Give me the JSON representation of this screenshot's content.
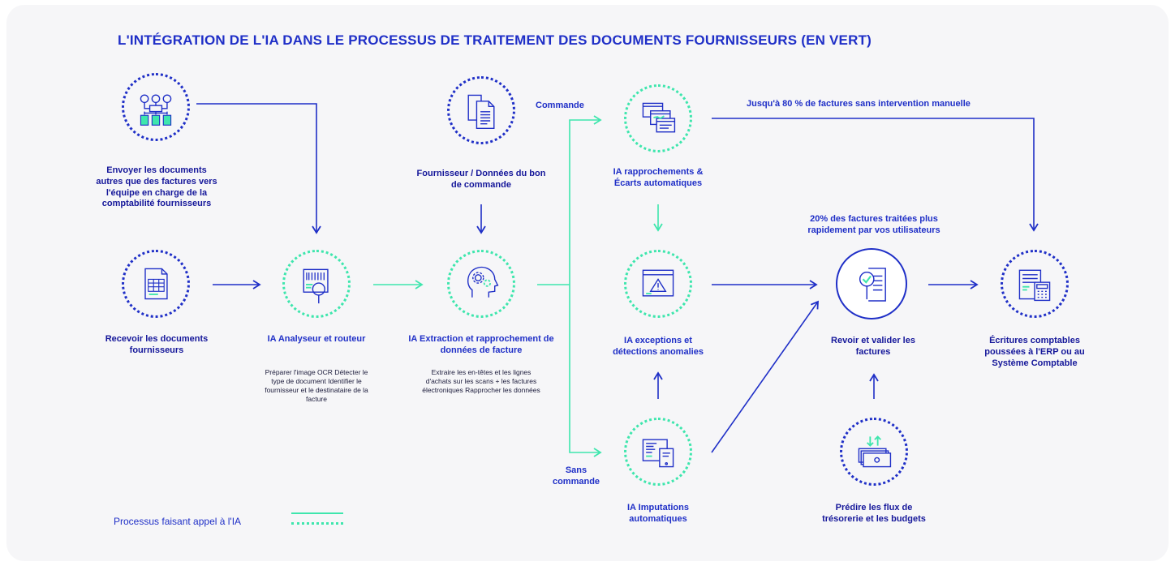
{
  "title": "L'INTÉGRATION DE L'IA DANS LE PROCESSUS DE TRAITEMENT DES DOCUMENTS FOURNISSEURS (EN VERT)",
  "nodes": {
    "envoyer": "Envoyer les documents autres que des factures vers l'équipe en charge de la comptabilité fournisseurs",
    "recevoir": "Recevoir les documents fournisseurs",
    "analyseur": "IA Analyseur et routeur",
    "analyseur_details": "Préparer l'image OCR Détecter le type de document Identifier le fournisseur et le destinataire de la facture",
    "fournisseur": "Fournisseur / Données du bon de commande",
    "extraction": "IA Extraction et rapprochement de données de facture",
    "extraction_details": "Extraire les en-têtes et les lignes d'achats sur les scans + les factures électroniques Rapprocher les données",
    "rapprochements": "IA rapprochements & Écarts automatiques",
    "exceptions": "IA exceptions et détections anomalies",
    "imputations": "IA Imputations automatiques",
    "revoir": "Revoir et valider les factures",
    "predire": "Prédire les flux de trésorerie et les budgets",
    "ecritures": "Écritures comptables poussées à l'ERP ou au Système Comptable"
  },
  "branches": {
    "commande": "Commande",
    "sans_commande": "Sans commande"
  },
  "annotations": {
    "jusqua": "Jusqu'à 80 % de factures sans intervention manuelle",
    "vingt": "20% des factures traitées plus rapidement par vos utilisateurs"
  },
  "legend": {
    "label": "Processus faisant appel à l'IA"
  },
  "colors": {
    "blue": "#1f2fc7",
    "navy": "#15179a",
    "green": "#3ee6ad"
  }
}
